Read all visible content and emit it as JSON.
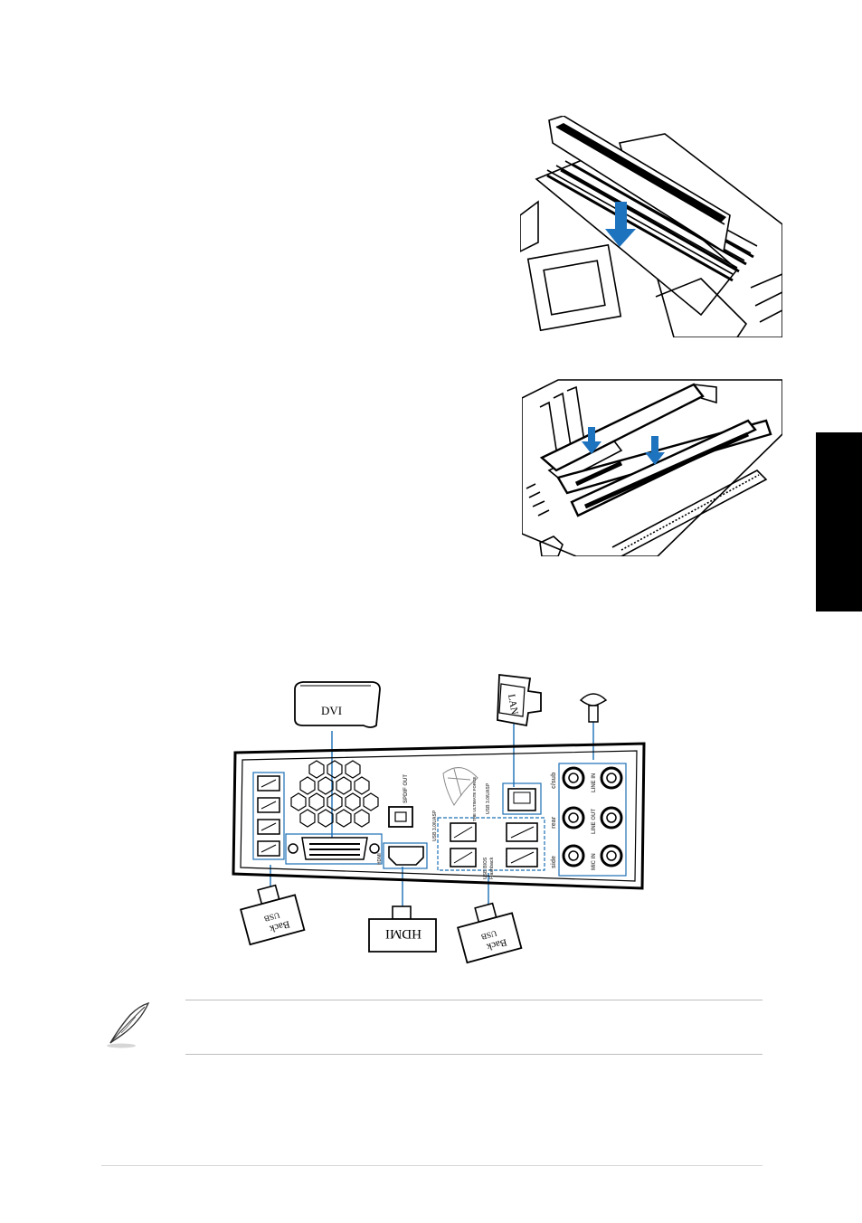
{
  "colors": {
    "accent_blue": "#1a6fb5",
    "arrow_blue": "#1e73be",
    "side_tab": "#000000",
    "rule_gray": "#bdbdbd"
  },
  "io_panel": {
    "dvi_cap_label": "DVI",
    "lan_cap_label": "LAN",
    "hdmi_cap_label": "HDMI",
    "usb_cap_left": {
      "line1": "Back",
      "line2": "USB"
    },
    "usb_cap_right": {
      "line1": "Back",
      "line2": "USB"
    },
    "spdif_label": "SPDIF OUT",
    "usb30_uasp_label_1": "USB 3.0/UASP",
    "usb30_uasp_label_2": "USB 3.0/UASP",
    "hdmi_port_label": "HDMI",
    "usb_bios_label": "USB BIOS",
    "flashback_label": "Flashback",
    "brand_label": "THE ULTIMATE FORCE",
    "audio": {
      "csub": "c/sub",
      "rear": "rear",
      "side": "side",
      "line_in": "LINE IN",
      "line_out": "LINE OUT",
      "mic_in": "MIC IN"
    }
  },
  "icons": {
    "note": "feather-pen-icon"
  }
}
